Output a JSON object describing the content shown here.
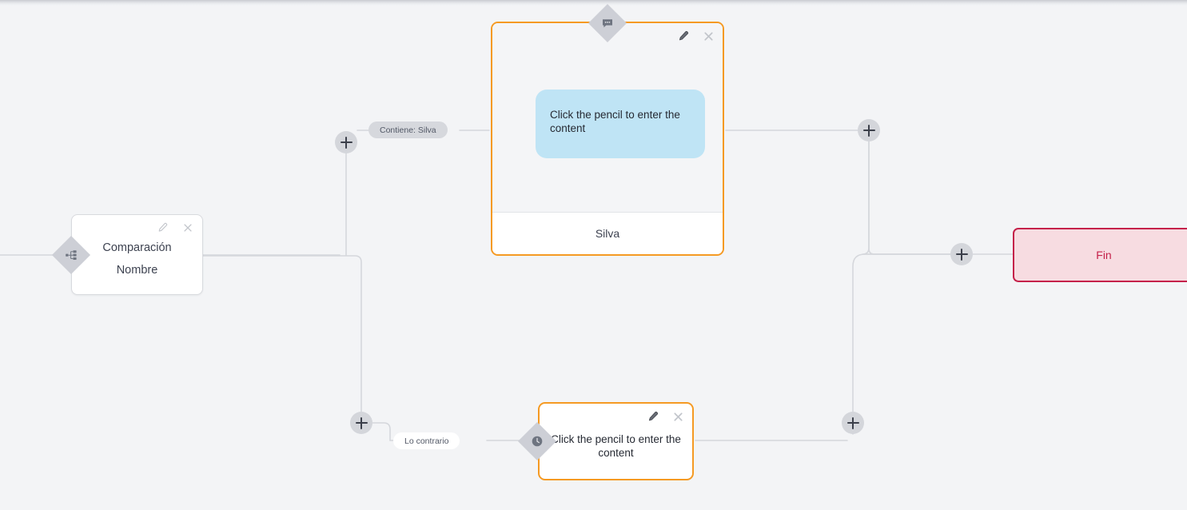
{
  "canvas": {
    "background_color": "#f3f4f6",
    "accent_selected_color": "#f59a23",
    "end_node_color": "#c5214a",
    "bubble_color": "#bfe4f5"
  },
  "nodes": {
    "comparacion": {
      "title": "Comparación",
      "subtitle": "Nombre",
      "handle_icon": "branch-icon",
      "edit_icon": "pencil-icon",
      "close_icon": "close-icon"
    },
    "message": {
      "bubble_text": "Click the pencil to enter the content",
      "footer_label": "Silva",
      "handle_icon": "message-bubble-icon",
      "edit_icon": "pencil-icon",
      "close_icon": "close-icon"
    },
    "wait": {
      "text": "Click the pencil to enter the content",
      "handle_icon": "clock-icon",
      "edit_icon": "pencil-icon",
      "close_icon": "close-icon"
    },
    "fin": {
      "label": "Fin"
    }
  },
  "edge_labels": {
    "contiene": "Contiene: Silva",
    "lo_contrario": "Lo contrario"
  },
  "add_buttons": {
    "top_branch": "+",
    "bottom_branch": "+",
    "message_out": "+",
    "wait_out": "+",
    "fin_in": "+"
  }
}
